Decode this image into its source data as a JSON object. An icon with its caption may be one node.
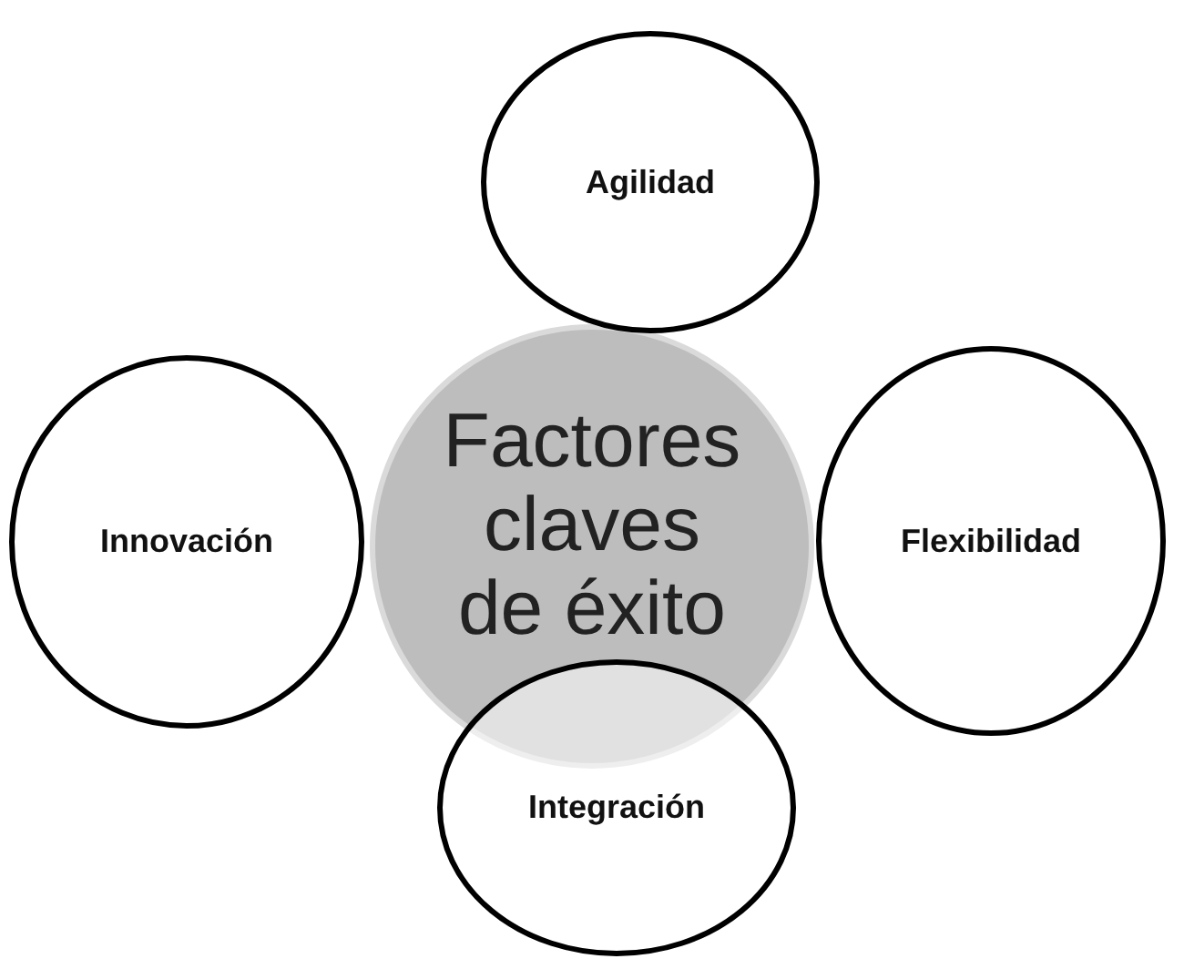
{
  "diagram": {
    "nodes": [
      {
        "text": [
          "Agilidad"
        ]
      },
      {
        "text": [
          "Factores claves de éxito"
        ]
      },
      {
        "text": [
          "Innovación"
        ]
      },
      {
        "text": [
          "Flexibilidad"
        ]
      },
      {
        "text": [
          "Integración"
        ]
      }
    ]
  }
}
